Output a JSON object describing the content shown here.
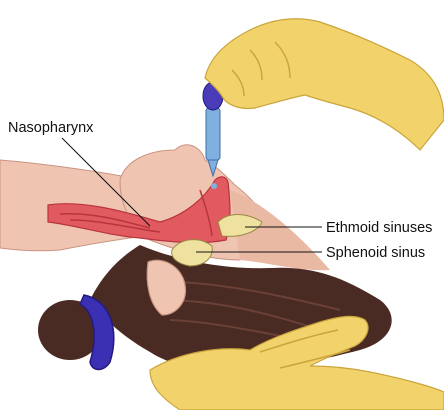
{
  "labels": {
    "nasopharynx": "Nasopharynx",
    "ethmoid": "Ethmoid sinuses",
    "sphenoid": "Sphenoid sinus"
  },
  "colors": {
    "glove": "#f2d36b",
    "glove_shadow": "#caa53c",
    "skin": "#efc4b0",
    "skin_shadow": "#d79f8a",
    "hair": "#4a2b24",
    "hair_tie": "#3b2fb4",
    "airway": "#e05a5f",
    "airway_dark": "#b9343e",
    "sinus": "#efe2a0",
    "dropper_bulb": "#4a3bb8",
    "dropper_tube": "#7fb0e0",
    "leader_line": "#111111"
  }
}
